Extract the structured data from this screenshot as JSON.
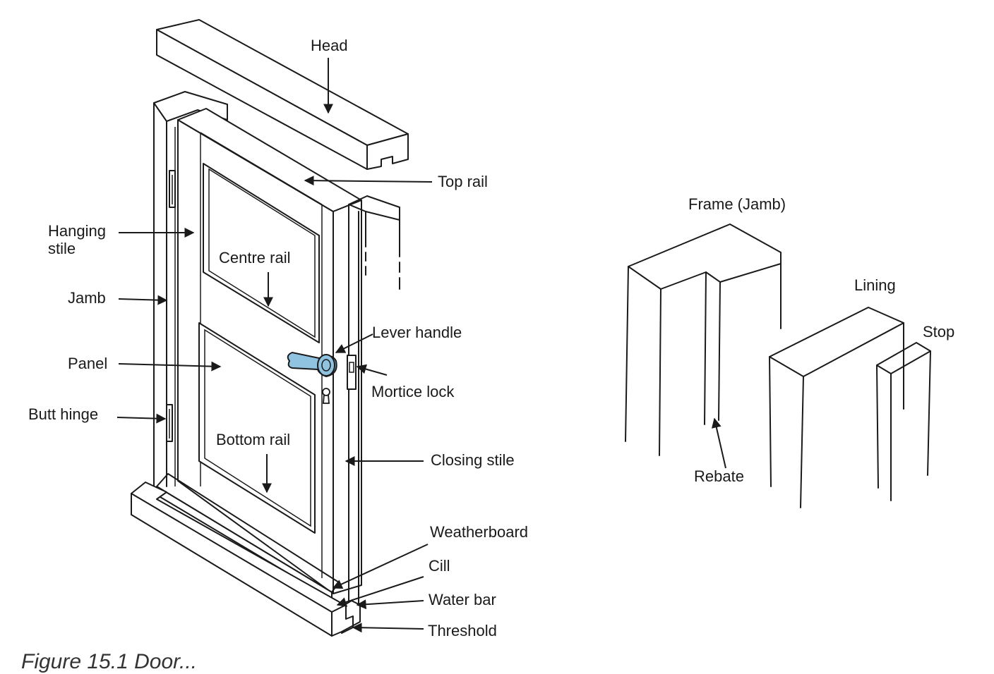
{
  "colors": {
    "ink": "#1a1a1a",
    "hatch": "#c9c9c9",
    "handle": "#8fc3e0"
  },
  "labels": {
    "head": "Head",
    "top_rail": "Top rail",
    "hanging_stile": "Hanging\nstile",
    "centre_rail": "Centre rail",
    "jamb": "Jamb",
    "lever_handle": "Lever handle",
    "panel": "Panel",
    "mortice_lock": "Mortice lock",
    "butt_hinge": "Butt hinge",
    "bottom_rail": "Bottom rail",
    "closing_stile": "Closing stile",
    "weatherboard": "Weatherboard",
    "cill": "Cill",
    "water_bar": "Water bar",
    "threshold": "Threshold",
    "frame_jamb": "Frame (Jamb)",
    "lining": "Lining",
    "stop": "Stop",
    "rebate": "Rebate"
  },
  "caption": "Figure 15.1 Door..."
}
